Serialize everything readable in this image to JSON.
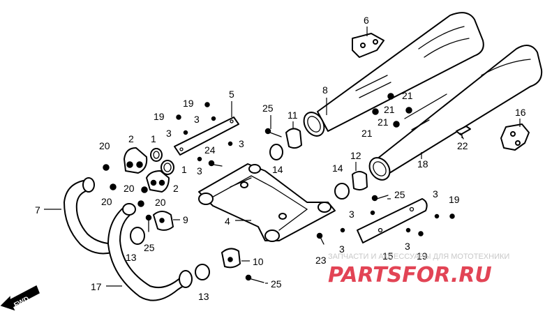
{
  "diagram": {
    "fwd_label": "FWD",
    "labels": {
      "l1": "1",
      "l1b": "1",
      "l2": "2",
      "l2b": "2",
      "l3a": "3",
      "l3b": "3",
      "l3c": "3",
      "l3d": "3",
      "l3e": "3",
      "l3f": "3",
      "l3g": "3",
      "l3h": "3",
      "l3i": "3",
      "l4": "4",
      "l5": "5",
      "l6": "6",
      "l7": "7",
      "l8": "8",
      "l9": "9",
      "l10": "10",
      "l11": "11",
      "l12": "12",
      "l13a": "13",
      "l13b": "13",
      "l14a": "14",
      "l14b": "14",
      "l15": "15",
      "l16": "16",
      "l17": "17",
      "l18": "18",
      "l19a": "19",
      "l19b": "19",
      "l19c": "19",
      "l19d": "19",
      "l20a": "20",
      "l20b": "20",
      "l20c": "20",
      "l20d": "20",
      "l21a": "21",
      "l21b": "21",
      "l21c": "21",
      "l21d": "21",
      "l22": "22",
      "l23": "23",
      "l24": "24",
      "l25a": "25",
      "l25b": "25",
      "l25c": "25",
      "l25d": "25"
    }
  },
  "watermark": {
    "caption": "ЗАПЧАСТИ И АКСЕССУАРЫ ДЛЯ МОТОТЕХНИКИ",
    "logo": "PARTSFOR.RU"
  },
  "colors": {
    "ink": "#000000",
    "paper": "#ffffff",
    "watermark_red": "#e24455",
    "watermark_gray": "#c8c8c8"
  }
}
